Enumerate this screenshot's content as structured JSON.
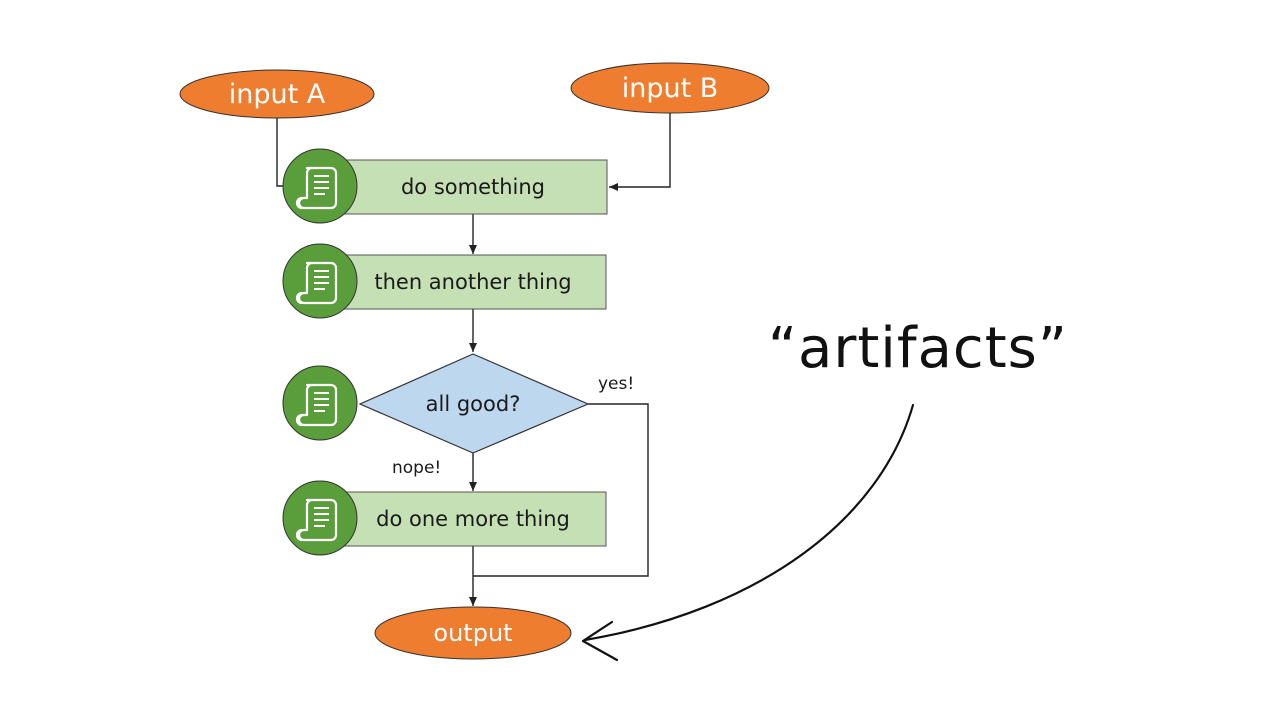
{
  "colors": {
    "oval": "#ee7d30",
    "process_fill": "#c5e0b4",
    "decision_fill": "#bdd7ee",
    "icon_circle": "#5a9e3c",
    "stroke": "#222222"
  },
  "nodes": {
    "input_a": "input A",
    "input_b": "input B",
    "step1": "do something",
    "step2": "then another thing",
    "decision": "all good?",
    "step3": "do one more thing",
    "output": "output"
  },
  "edge_labels": {
    "yes": "yes!",
    "nope": "nope!"
  },
  "annotation": {
    "text": "“artifacts”"
  },
  "icons": [
    "scroll-icon",
    "scroll-icon",
    "scroll-icon",
    "scroll-icon"
  ]
}
